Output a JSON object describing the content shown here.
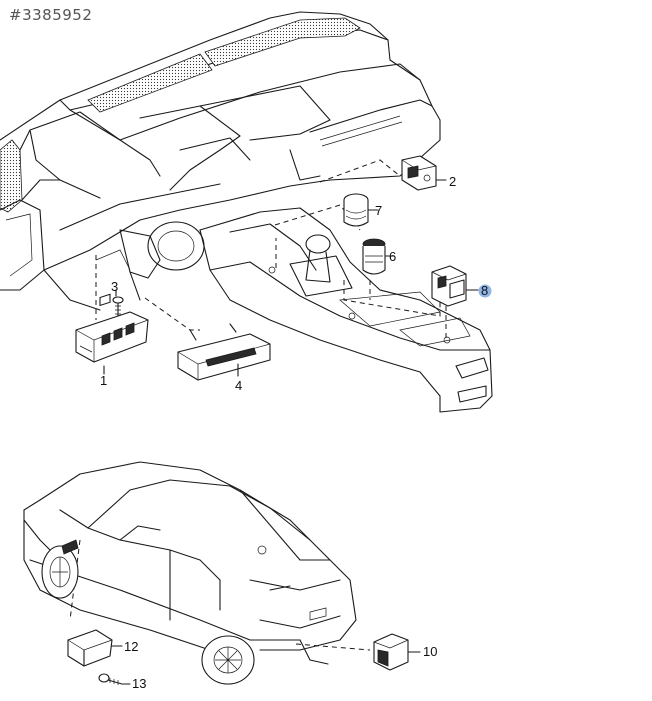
{
  "diagram": {
    "reference_number": "#3385952",
    "highlight_color": "#8fb6e6",
    "callouts": [
      {
        "id": "c1",
        "label": "1"
      },
      {
        "id": "c2",
        "label": "2"
      },
      {
        "id": "c3",
        "label": "3"
      },
      {
        "id": "c4",
        "label": "4"
      },
      {
        "id": "c6",
        "label": "6"
      },
      {
        "id": "c7",
        "label": "7"
      },
      {
        "id": "c8",
        "label": "8",
        "highlighted": true
      },
      {
        "id": "c10",
        "label": "10"
      },
      {
        "id": "c12",
        "label": "12"
      },
      {
        "id": "c13",
        "label": "13"
      }
    ]
  }
}
